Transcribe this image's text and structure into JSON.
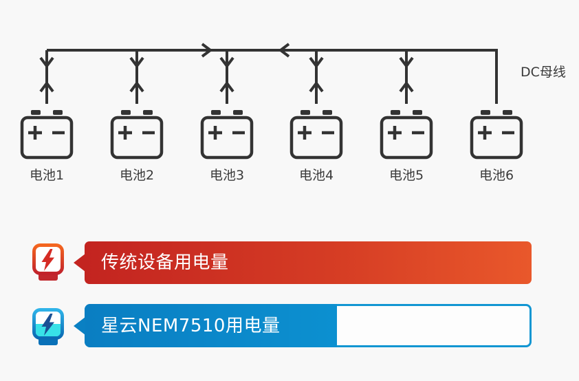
{
  "background_color": "#f8f8f8",
  "diagram": {
    "bus_label": "DC母线",
    "line_color": "#333333",
    "bus_flow_arrows": [
      "right",
      "left"
    ],
    "connector_flow_arrows": [
      "down",
      "up"
    ],
    "batteries": [
      {
        "label": "电池1"
      },
      {
        "label": "电池2"
      },
      {
        "label": "电池3"
      },
      {
        "label": "电池4"
      },
      {
        "label": "电池5"
      },
      {
        "label": "电池6"
      }
    ]
  },
  "bars": {
    "traditional": {
      "label": "传统设备用电量",
      "icon": "red-power-meter-lightning-icon",
      "color_start": "#c32420",
      "color_end": "#e9582b",
      "text_color": "#ffffff",
      "fill_percent": 100
    },
    "nebula": {
      "label": "星云NEM7510用电量",
      "icon": "blue-power-meter-lightning-icon",
      "fill_color": "#0a86c8",
      "track_border_color": "#1296d2",
      "track_background": "#fdfdfd",
      "text_color": "#ffffff",
      "fill_percent": 57
    }
  }
}
